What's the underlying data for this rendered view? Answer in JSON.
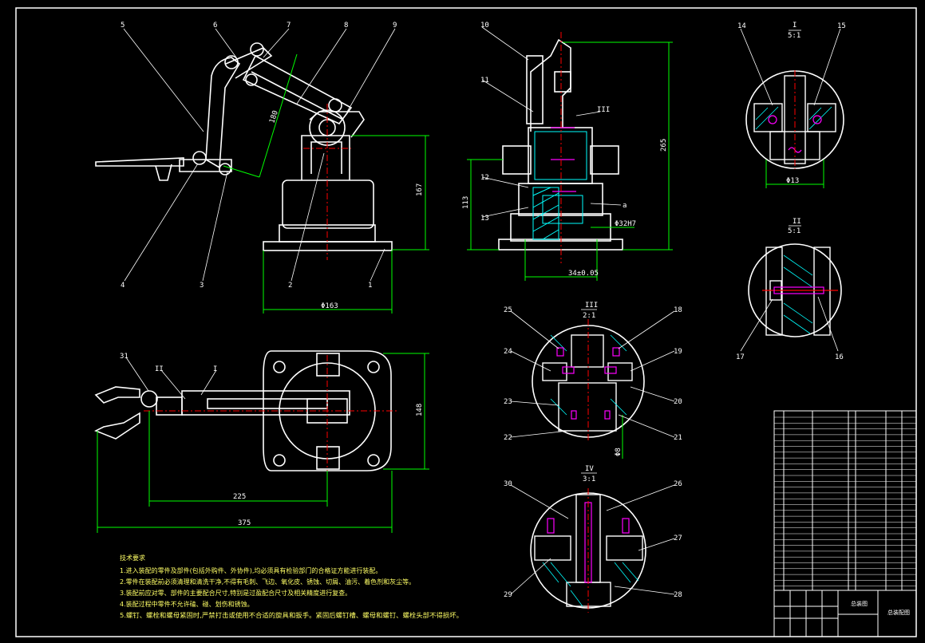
{
  "colors": {
    "background": "#000000",
    "outline": "#ffffff",
    "dimension": "#00ff00",
    "center": "#ff0000",
    "section": "#00ffff",
    "bolt": "#ff00ff",
    "note": "#ffff66"
  },
  "front_view": {
    "callouts": [
      "5",
      "6",
      "7",
      "8",
      "9",
      "4",
      "3",
      "2",
      "1"
    ],
    "dims": {
      "arm": "180",
      "height": "167",
      "base": "Φ163"
    }
  },
  "side_view": {
    "callouts": [
      "10",
      "11",
      "12",
      "13"
    ],
    "marks": {
      "section_ref": "III",
      "section_a": "a"
    },
    "dims": {
      "total_height": "265",
      "lower_height": "113",
      "bore": "Φ32H7",
      "base_width": "34±0.05"
    }
  },
  "top_view": {
    "callouts": [
      "31",
      "II",
      "I"
    ],
    "dims": {
      "reach": "225",
      "total_length": "375",
      "width": "148"
    }
  },
  "detail_I": {
    "title": "I",
    "scale": "5:1",
    "callouts": [
      "14",
      "15"
    ],
    "dim": "Φ13"
  },
  "detail_II": {
    "title": "II",
    "scale": "5:1",
    "callouts": [
      "17",
      "16"
    ]
  },
  "detail_III": {
    "title": "III",
    "scale": "2:1",
    "callouts": [
      "25",
      "24",
      "23",
      "22",
      "18",
      "19",
      "20",
      "21"
    ],
    "dim": "Φ8"
  },
  "detail_IV": {
    "title": "IV",
    "scale": "3:1",
    "callouts": [
      "30",
      "29",
      "26",
      "27",
      "28"
    ]
  },
  "notes": {
    "heading": "技术要求",
    "lines": [
      "1.进入装配的零件及部件(包括外购件、外协件),均必须具有检验部门的合格证方能进行装配。",
      "2.零件在装配前必须清理和清洗干净,不得有毛刺、飞边、氧化皮、锈蚀、切屑、油污、着色剂和灰尘等。",
      "3.装配前应对零、部件的主要配合尺寸,特别是过盈配合尺寸及相关精度进行复查。",
      "4.装配过程中零件不允许磕、碰、划伤和锈蚀。",
      "5.螺钉、螺栓和螺母紧固时,严禁打击或使用不合适的旋具和扳手。紧固后螺钉槽、螺母和螺钉、螺栓头部不得损坏。"
    ]
  },
  "title_block": {
    "drawing_name": "总装图",
    "drawing_no": "总装配图"
  }
}
